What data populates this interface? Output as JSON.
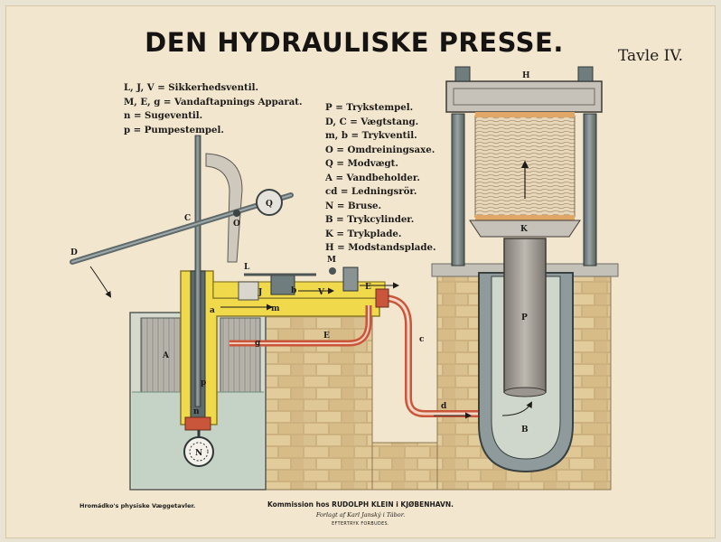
{
  "title": "DEN HYDRAULISKE PRESSE.",
  "plate_number": "Tavle IV.",
  "legend_left": [
    "L, J, V = Sikkerhedsventil.",
    "M, E, g = Vandaftapnings Apparat.",
    "n = Sugeventil.",
    "p = Pumpestempel."
  ],
  "legend_right": [
    "P = Trykstempel.",
    "D, C = Vægtstang.",
    "m, b = Trykventil.",
    "O = Omdreiningsaxe.",
    "Q = Modvægt.",
    "A = Vandbeholder.",
    "cd = Ledningsrör.",
    "N = Bruse.",
    "B = Trykcylinder.",
    "K = Trykplade.",
    "H = Modstandsplade."
  ],
  "diagram_labels": {
    "H": "H",
    "K": "K",
    "P": "P",
    "B": "B",
    "D": "D",
    "C": "C",
    "O": "O",
    "Q": "Q",
    "L": "L",
    "M": "M",
    "E_valve": "E",
    "E_pipe": "E",
    "A": "A",
    "g": "g",
    "a": "a",
    "m": "m",
    "b": "b",
    "V": "V",
    "J": "J",
    "n": "n",
    "c": "c",
    "d": "d",
    "p": "p",
    "N": "N"
  },
  "footer": {
    "series": "Hromádko's physiske Væggetavler.",
    "commission": "Kommission hos RUDOLPH KLEIN i KJØBENHAVN.",
    "publisher": "Forlagt af Karl Janský i Tábor.",
    "reprint": "EFTERTRYK FORBUDES."
  },
  "colors": {
    "paper": "#f3e6cf",
    "brass_yellow": "#f0d94a",
    "pipe_red": "#c9553a",
    "steel_gray": "#6f7d7e",
    "brick": "#d9c08e",
    "water": "#cfd7cc"
  }
}
